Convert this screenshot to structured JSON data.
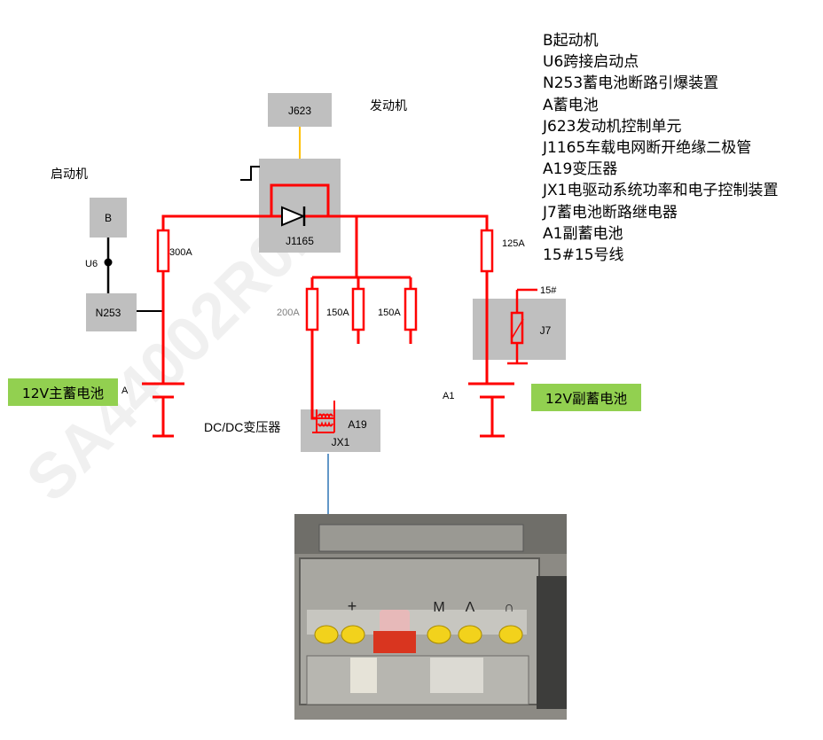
{
  "watermark": "SA44002R01",
  "labels": {
    "engine": "发动机",
    "starter": "启动机",
    "dcdc": "DC/DC变压器",
    "u6": "U6",
    "a": "A",
    "a1": "A1",
    "fuse_300": "300A",
    "fuse_125": "125A",
    "fuse_200": "200A",
    "fuse_150a": "150A",
    "fuse_150b": "150A",
    "terminal_15": "15#"
  },
  "boxes": {
    "j623": "J623",
    "b": "B",
    "n253": "N253",
    "j1165": "J1165",
    "j7": "J7",
    "a19": "A19",
    "jx1": "JX1"
  },
  "tags": {
    "main_battery": "12V主蓄电池",
    "aux_battery": "12V副蓄电池"
  },
  "legend": [
    "B起动机",
    "U6跨接启动点",
    "N253蓄电池断路引爆装置",
    "A蓄电池",
    "J623发动机控制单元",
    "J1165车载电网断开绝缘二极管",
    "A19变压器",
    "JX1电驱动系统功率和电子控制装置",
    "J7蓄电池断路继电器",
    "A1副蓄电池",
    "15#15号线"
  ],
  "photo": {
    "terminals": [
      "+",
      "M",
      "Λ",
      "∩"
    ]
  },
  "colors": {
    "wire": "#ff0000",
    "box": "#bfbfbf",
    "tag": "#92d050",
    "can": "#ffc000",
    "arrow": "#2e75b6"
  }
}
